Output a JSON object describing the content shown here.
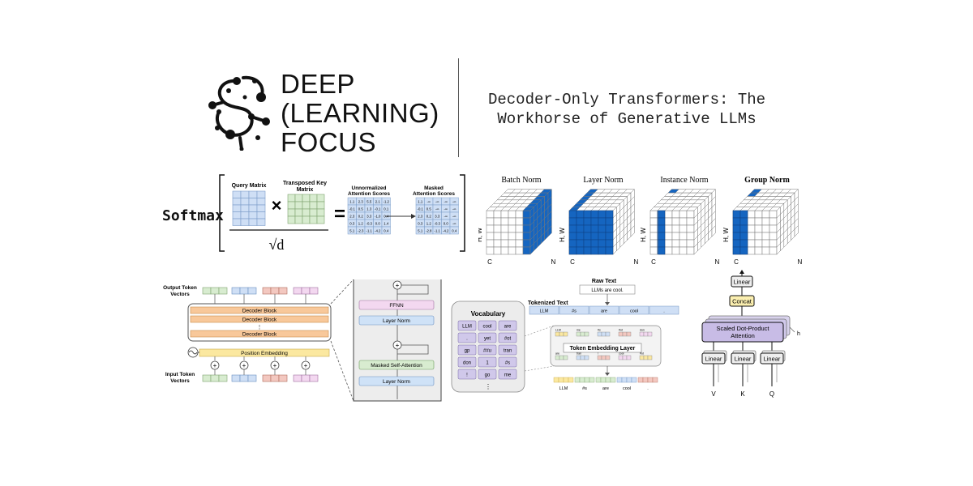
{
  "logo": {
    "lines": [
      "DEEP",
      "(LEARNING)",
      "FOCUS"
    ]
  },
  "title": {
    "line1": "Decoder-Only Transformers: The",
    "line2": "Workhorse of Generative LLMs"
  },
  "attention": {
    "softmax": "Softmax",
    "query_label": "Query Matrix",
    "key_label_1": "Transposed Key",
    "key_label_2": "Matrix",
    "times": "×",
    "equals": "=",
    "denominator": "√d",
    "unnormalized_1": "Unnormalized",
    "unnormalized_2": "Attention Scores",
    "masked_1": "Masked",
    "masked_2": "Attention Scores",
    "unnormalized_values": [
      [
        "1.1",
        "2.3",
        "5.5",
        "2.1",
        "-1.2"
      ],
      [
        "-0.1",
        "0.5",
        "1.3",
        "-0.1",
        "0.1"
      ],
      [
        "2.3",
        "0.2",
        "3.3",
        "-1.0",
        "0.4"
      ],
      [
        "0.3",
        "1.2",
        "-0.3",
        "0.0",
        "1.4"
      ],
      [
        "5.1",
        "-2.3",
        "-1.1",
        "-4.2",
        "0.4"
      ]
    ],
    "masked_values": [
      [
        "1.1",
        "-∞",
        "-∞",
        "-∞",
        "-∞"
      ],
      [
        "-0.1",
        "0.5",
        "-∞",
        "-∞",
        "-∞"
      ],
      [
        "2.3",
        "0.2",
        "3.3",
        "-∞",
        "-∞"
      ],
      [
        "0.3",
        "1.2",
        "-0.3",
        "0.0",
        "-∞"
      ],
      [
        "5.1",
        "-2.8",
        "-1.1",
        "-4.2",
        "0.4"
      ]
    ]
  },
  "norms": {
    "titles": [
      "Batch Norm",
      "Layer Norm",
      "Instance Norm",
      "Group Norm"
    ],
    "axis_hw": "H, W",
    "axis_c": "C",
    "axis_n": "N",
    "highlight_color": "#1565c0"
  },
  "decoder": {
    "output_label_1": "Output Token",
    "output_label_2": "Vectors",
    "input_label_1": "Input Token",
    "input_label_2": "Vectors",
    "blocks": [
      "Decoder Block",
      "Decoder Block",
      "Decoder Block"
    ],
    "ellipsis": "⋮",
    "position_embedding": "Position Embedding",
    "plus": "+",
    "block_color": "#f8c89a",
    "pos_color": "#fbe8a0"
  },
  "block_detail": {
    "ffnn": "FFNN",
    "layer_norm_top": "Layer Norm",
    "masked_self_attention": "Masked Self-Attention",
    "layer_norm_bottom": "Layer Norm"
  },
  "tokenizer": {
    "vocabulary_title": "Vocabulary",
    "vocab_cells": [
      [
        "LLM",
        "cool",
        "are"
      ],
      [
        ".",
        "yet",
        "#ot"
      ],
      [
        "gp",
        "##u",
        "tran"
      ],
      [
        "don",
        "1",
        "#s"
      ],
      [
        "!",
        "go",
        "me"
      ]
    ],
    "vocab_more": "⋮",
    "raw_text_label": "Raw Text",
    "raw_text_value": "LLMs are cool.",
    "tokenized_label": "Tokenized Text",
    "tokens": [
      "LLM",
      "#s",
      "are",
      "cool",
      "."
    ],
    "embedding_layer": "Token Embedding Layer",
    "embed_mini_labels": [
      "LLM",
      "me",
      "#s",
      "#ot",
      "don",
      "are",
      "tran",
      "!",
      "cool",
      "#ot"
    ],
    "output_tokens": [
      "LLM",
      "#s",
      "are",
      "cool",
      "."
    ]
  },
  "mha": {
    "linear_top": "Linear",
    "concat": "Concat",
    "sdpa_1": "Scaled Dot-Product",
    "sdpa_2": "Attention",
    "h": "h",
    "linears": [
      "Linear",
      "Linear",
      "Linear"
    ],
    "inputs": [
      "V",
      "K",
      "Q"
    ]
  }
}
